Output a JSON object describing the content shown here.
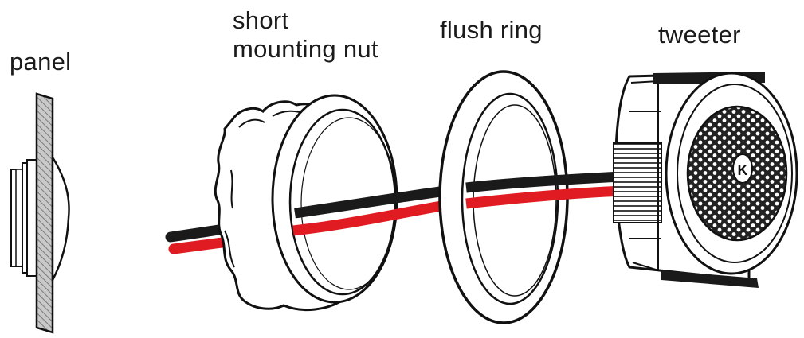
{
  "labels": {
    "panel": "panel",
    "nut_line1": "short",
    "nut_line2": "mounting nut",
    "flush_ring": "flush ring",
    "tweeter": "tweeter"
  },
  "logo_text": "K",
  "colors": {
    "outline": "#111111",
    "wire_black": "#1a1a1a",
    "wire_red": "#e11b22",
    "panel_hatch": "#8c8c8c",
    "grille": "#2a2a2a"
  }
}
